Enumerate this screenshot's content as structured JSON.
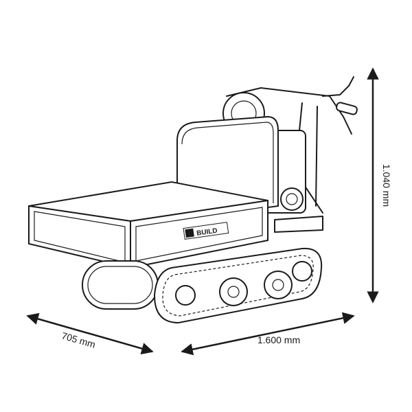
{
  "dimensions": {
    "depth": "705 mm",
    "length": "1.600 mm",
    "height": "1.040 mm"
  },
  "logo": {
    "text": "BUILD"
  },
  "colors": {
    "line": "#1a1a1a",
    "background": "#ffffff"
  }
}
